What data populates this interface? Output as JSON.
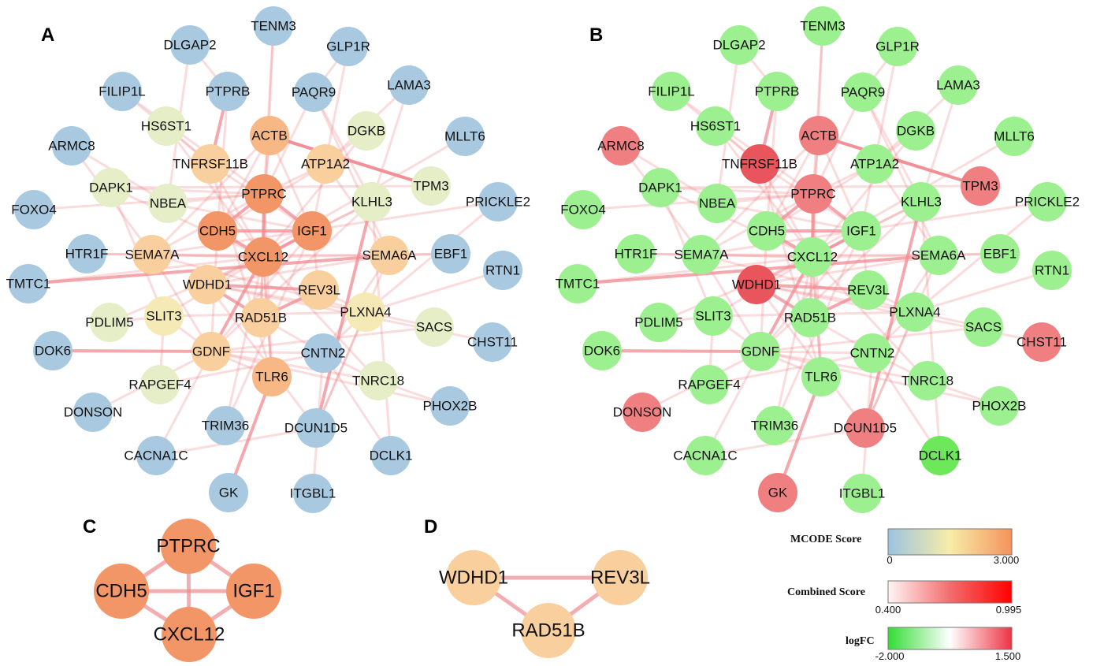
{
  "panels": [
    {
      "letter": "A"
    },
    {
      "letter": "B"
    },
    {
      "letter": "C"
    },
    {
      "letter": "D"
    }
  ],
  "network_nodes": [
    "TENM3",
    "DLGAP2",
    "GLP1R",
    "FILIP1L",
    "PTPRB",
    "PAQR9",
    "LAMA3",
    "HS6ST1",
    "ACTB",
    "DGKB",
    "MLLT6",
    "ARMC8",
    "TNFRSF11B",
    "ATP1A2",
    "TPM3",
    "DAPK1",
    "NBEA",
    "PTPRC",
    "KLHL3",
    "PRICKLE2",
    "FOXO4",
    "CDH5",
    "IGF1",
    "EBF1",
    "HTR1F",
    "SEMA7A",
    "CXCL12",
    "SEMA6A",
    "RTN1",
    "TMTC1",
    "WDHD1",
    "REV3L",
    "PDLIM5",
    "SLIT3",
    "RAD51B",
    "PLXNA4",
    "SACS",
    "CHST11",
    "DOK6",
    "GDNF",
    "CNTN2",
    "TNRC18",
    "RAPGEF4",
    "TLR6",
    "PHOX2B",
    "DONSON",
    "TRIM36",
    "DCUN1D5",
    "DCLK1",
    "CACNA1C",
    "GK",
    "ITGBL1"
  ],
  "panel_a_colors": {
    "blue": "#a9c9e1",
    "pale": "#e6eec7",
    "yellow": "#f5eab6",
    "peach": "#f9cf9e",
    "light_orange": "#f7b886",
    "orange": "#f29667"
  },
  "panel_b_colors": {
    "green": "#9df08f",
    "bright_green": "#6de85b",
    "red": "#f07f82",
    "deep_red": "#e8555c"
  },
  "cluster_c": {
    "nodes": [
      "PTPRC",
      "CDH5",
      "IGF1",
      "CXCL12"
    ],
    "color": "#f29667"
  },
  "cluster_d": {
    "nodes": [
      "WDHD1",
      "REV3L",
      "RAD51B"
    ],
    "color": "#f9cf9e"
  },
  "legends": [
    {
      "title": "MCODE  Score",
      "min": "0",
      "max": "3.000",
      "colors": [
        "#9cc3e0",
        "#f7eda8",
        "#f4935c"
      ]
    },
    {
      "title": "Combined Score",
      "min": "0.400",
      "max": "0.995",
      "colors": [
        "#fff5f5",
        "#f36d6d",
        "#ff0000"
      ]
    },
    {
      "title": "logFC",
      "min": "-2.000",
      "max": "1.500",
      "colors": [
        "#33dd33",
        "#ffffff",
        "#ee3344"
      ]
    }
  ],
  "edge_color": "#f08a90"
}
